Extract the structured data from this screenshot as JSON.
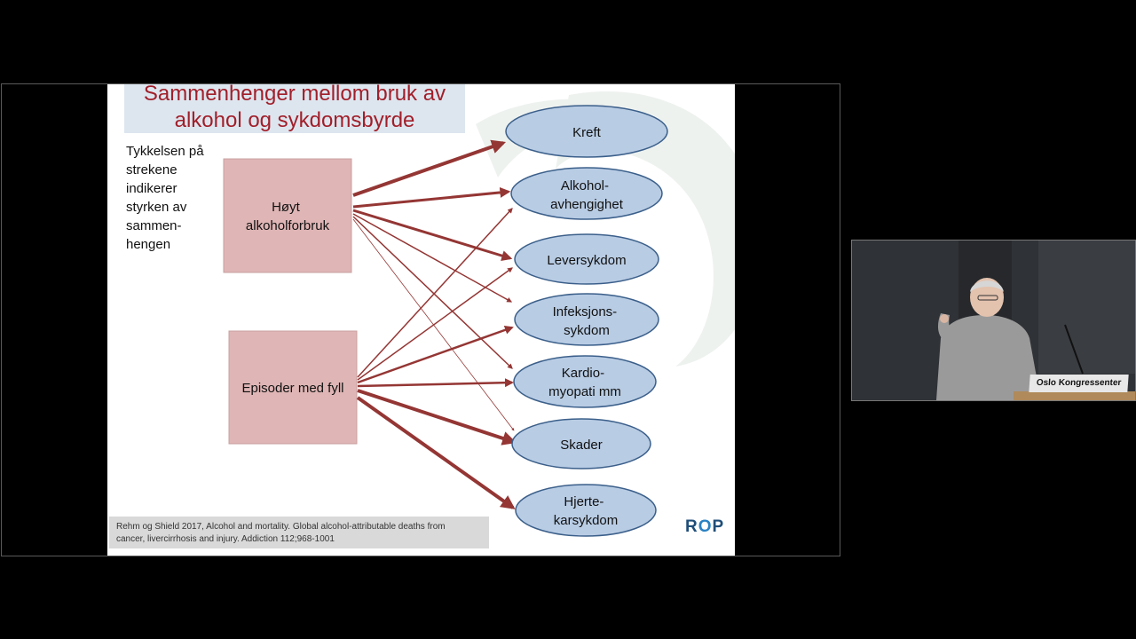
{
  "slide": {
    "title_line1": "Sammenhenger mellom bruk av",
    "title_line2": "alkohol og sykdomsbyrde",
    "side_note": "Tykkelsen på strekene indikerer styrken av sammen-hengen",
    "side_note_lines": [
      "Tykkelsen på",
      "strekene",
      "indikerer",
      "styrken av",
      "sammen-",
      "hengen"
    ],
    "source_lines": [
      "Rehm og Shield 2017, Alcohol and mortality. Global alcohol-attributable deaths from",
      "cancer, livercirrhosis and injury. Addiction 112;968-1001"
    ],
    "logo": {
      "left": "R",
      "middle": "O",
      "right": "P"
    }
  },
  "diagram": {
    "sources": [
      {
        "id": "hoyt",
        "lines": [
          "Høyt",
          "alkoholforbruk"
        ]
      },
      {
        "id": "fyll",
        "lines": [
          "Episoder med fyll"
        ]
      }
    ],
    "outcomes": [
      {
        "id": "kreft",
        "lines": [
          "Kreft"
        ]
      },
      {
        "id": "alkohol",
        "lines": [
          "Alkohol-",
          "avhengighet"
        ]
      },
      {
        "id": "lever",
        "lines": [
          "Leversykdom"
        ]
      },
      {
        "id": "infeksjon",
        "lines": [
          "Infeksjons-",
          "sykdom"
        ]
      },
      {
        "id": "kardio",
        "lines": [
          "Kardio-",
          "myopati mm"
        ]
      },
      {
        "id": "skader",
        "lines": [
          "Skader"
        ]
      },
      {
        "id": "hjerte",
        "lines": [
          "Hjerte-",
          "karsykdom"
        ]
      }
    ],
    "colors": {
      "source_fill": "#dfb5b5",
      "outcome_fill": "#b8cce4",
      "outcome_stroke": "#3b5f8a",
      "arrow": "#943634",
      "title": "#a11f2a"
    }
  },
  "speaker_video": {
    "podium_sign": "Oslo Kongressenter"
  }
}
